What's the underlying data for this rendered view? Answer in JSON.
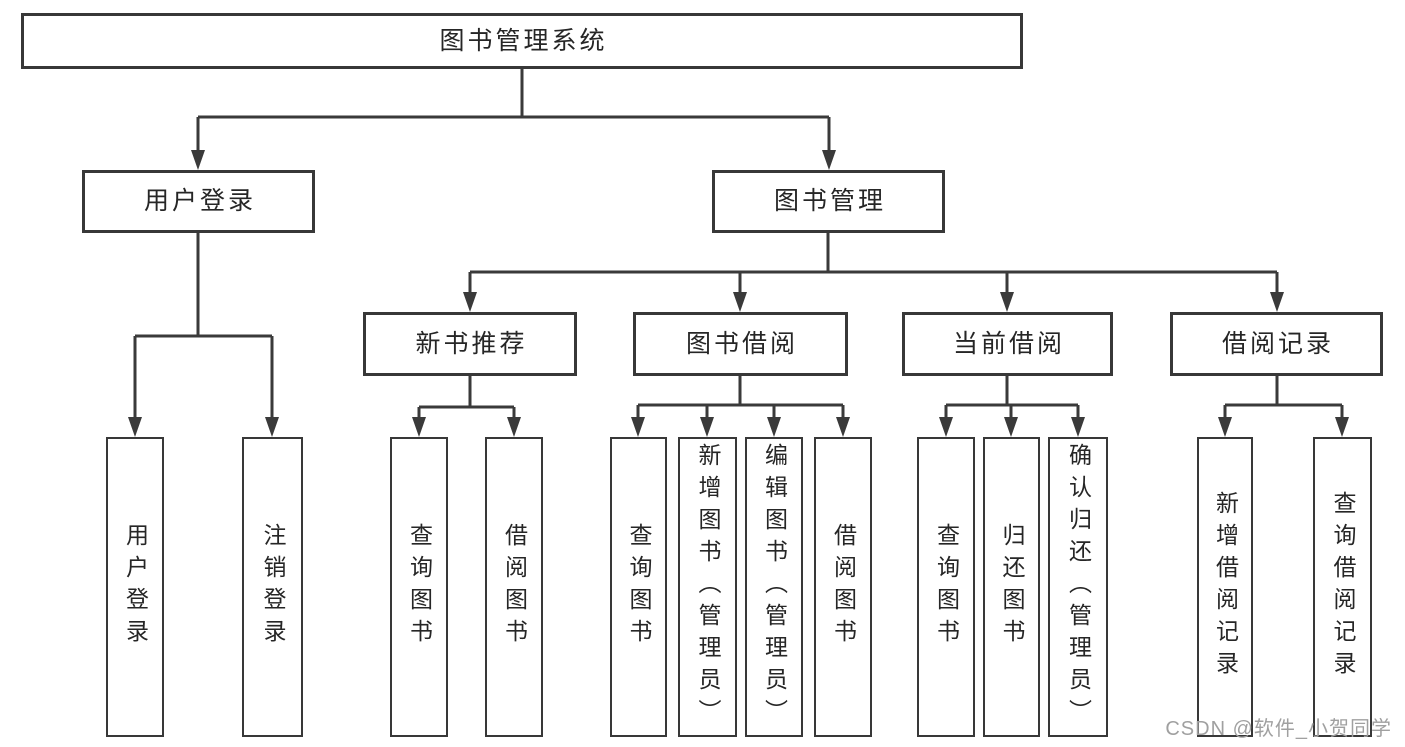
{
  "diagram": {
    "tree": {
      "label": "图书管理系统",
      "children": [
        {
          "label": "用户登录",
          "children": [
            {
              "label": "用户登录"
            },
            {
              "label": "注销登录"
            }
          ]
        },
        {
          "label": "图书管理",
          "children": [
            {
              "label": "新书推荐",
              "children": [
                {
                  "label": "查询图书"
                },
                {
                  "label": "借阅图书"
                }
              ]
            },
            {
              "label": "图书借阅",
              "children": [
                {
                  "label": "查询图书"
                },
                {
                  "label": "新增图书（管理员）"
                },
                {
                  "label": "编辑图书（管理员）"
                },
                {
                  "label": "借阅图书"
                }
              ]
            },
            {
              "label": "当前借阅",
              "children": [
                {
                  "label": "查询图书"
                },
                {
                  "label": "归还图书"
                },
                {
                  "label": "确认归还（管理员）"
                }
              ]
            },
            {
              "label": "借阅记录",
              "children": [
                {
                  "label": "新增借阅记录"
                },
                {
                  "label": "查询借阅记录"
                }
              ]
            }
          ]
        }
      ]
    }
  },
  "watermark": {
    "text": "CSDN @软件_小贺同学"
  },
  "colors": {
    "line": "#3a3a3a",
    "border": "#383838",
    "text": "#262626",
    "watermark": "#a0a0a0",
    "background": "#ffffff"
  }
}
